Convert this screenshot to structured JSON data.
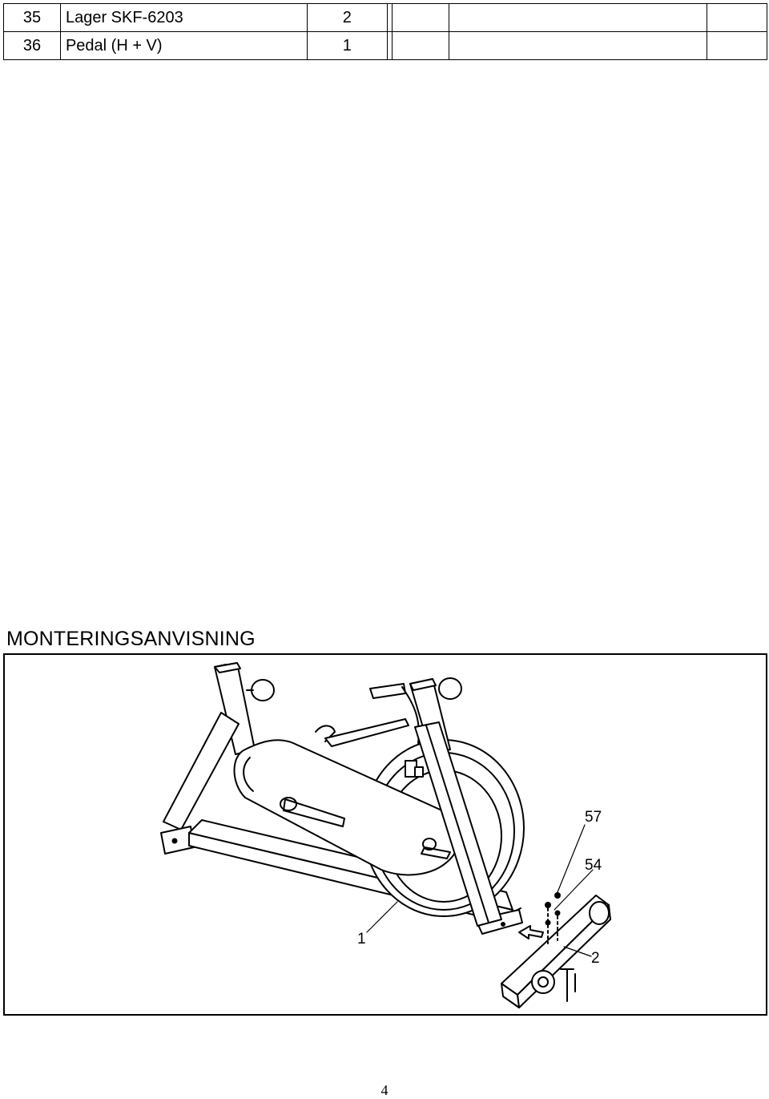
{
  "parts_table": {
    "rows": [
      {
        "number": "35",
        "description": "Lager SKF-6203",
        "quantity": "2"
      },
      {
        "number": "36",
        "description": "Pedal (H + V)",
        "quantity": "1"
      }
    ]
  },
  "heading": "MONTERINGSANVISNING",
  "figure": {
    "callouts": [
      "57",
      "54",
      "1",
      "2"
    ]
  },
  "page_number": "4"
}
